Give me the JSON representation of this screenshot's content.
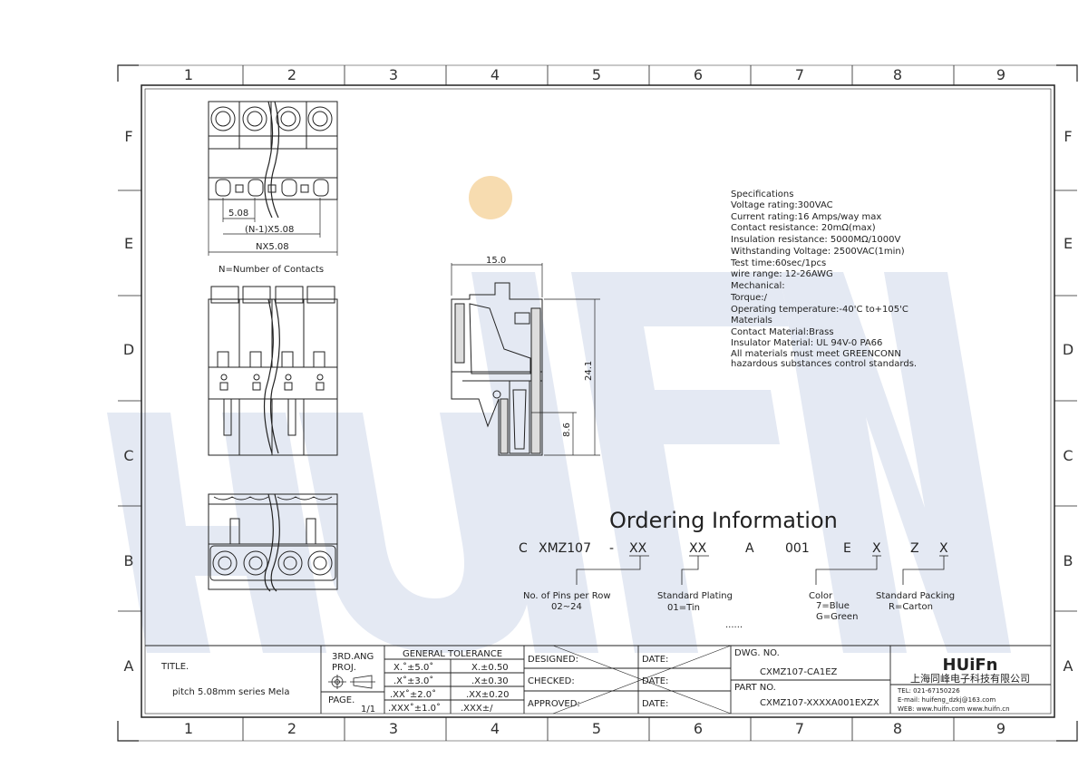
{
  "colors": {
    "line": "#222222",
    "watermark": "#e4e9f3",
    "dot": "#f7dcb0"
  },
  "watermark_text": "HUIFN",
  "grid": {
    "columns": [
      "1",
      "2",
      "3",
      "4",
      "5",
      "6",
      "7",
      "8",
      "9"
    ],
    "rows": [
      "F",
      "E",
      "D",
      "C",
      "B",
      "A"
    ]
  },
  "drawing": {
    "dim_pitch": "5.08",
    "dim_n1": "(N-1)X5.08",
    "dim_nx": "NX5.08",
    "n_note": "N=Number of Contacts",
    "dim_width": "15.0",
    "dim_height": "24.1",
    "dim_small": "8.6"
  },
  "specs": {
    "lines": [
      "Specifications",
      "Voltage rating:300VAC",
      "Current rating:16 Amps/way max",
      "Contact resistance: 20mΩ(max)",
      "Insulation resistance: 5000MΩ/1000V",
      "Withstanding Voltage: 2500VAC(1min)",
      "Test time:60sec/1pcs",
      "wire range: 12-26AWG",
      "Mechanical:",
      "Torque:/",
      "Operating temperature:-40'C to+105'C",
      "Materials",
      "Contact Material:Brass",
      "Insulator Material: UL 94V-0 PA66",
      "All materials must meet GREENCONN",
      "hazardous substances control standards."
    ]
  },
  "ordering": {
    "title": "Ordering Information",
    "code_parts": [
      "C",
      "XMZ107",
      "-",
      "XX",
      "XX",
      "A",
      "001",
      "E",
      "X",
      "Z",
      "X"
    ],
    "pins_label": "No. of Pins per Row",
    "pins_value": "02~24",
    "plating_label": "Standard Plating",
    "plating_value": "01=Tin",
    "color_label": "Color",
    "color_value1": "7=Blue",
    "color_value2": "G=Green",
    "packing_label": "Standard Packing",
    "packing_value": "R=Carton",
    "ellipsis": "......"
  },
  "titleblock": {
    "title_label": "TITLE.",
    "title_value": "pitch 5.08mm series Mela",
    "proj_label1": "3RD.ANG",
    "proj_label2": "PROJ.",
    "page_label": "PAGE.",
    "page_value": "1/1",
    "tol_header": "GENERAL  TOLERANCE",
    "tol_rows": [
      [
        "X.˚±5.0˚",
        "X.±0.50"
      ],
      [
        ".X˚±3.0˚",
        ".X±0.30"
      ],
      [
        ".XX˚±2.0˚",
        ".XX±0.20"
      ],
      [
        ".XXX˚±1.0˚",
        ".XXX±/"
      ]
    ],
    "designed": "DESIGNED:",
    "checked": "CHECKED:",
    "approved": "APPROVED:",
    "date": "DATE:",
    "dwg_label": "DWG. NO.",
    "dwg_value": "CXMZ107-CA1EZ",
    "part_label": "PART NO.",
    "part_value": "CXMZ107-XXXXA001EXZX",
    "company_logo": "HUiFn",
    "company_name": "上海同峰电子科技有限公司",
    "tel": "TEL: 021-67150226",
    "email": "E-mail: huifeng_dzkj@163.com",
    "web": "WEB: www.huifn.com  www.huifn.cn"
  }
}
